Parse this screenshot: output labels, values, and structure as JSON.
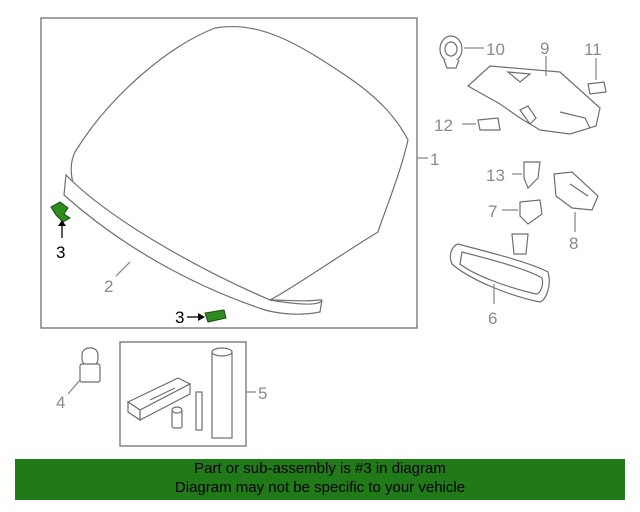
{
  "labels": {
    "p1": "1",
    "p2": "2",
    "p3a": "3",
    "p3b": "3",
    "p4": "4",
    "p5": "5",
    "p6": "6",
    "p7": "7",
    "p8": "8",
    "p9": "9",
    "p10": "10",
    "p11": "11",
    "p12": "12",
    "p13": "13"
  },
  "banner": {
    "line1": "Part or sub-assembly is #3 in diagram",
    "line2": "Diagram may not be specific to your vehicle"
  },
  "colors": {
    "highlight": "#2e8b1e",
    "banner": "#1f7a17",
    "line": "#8a8a8a"
  }
}
